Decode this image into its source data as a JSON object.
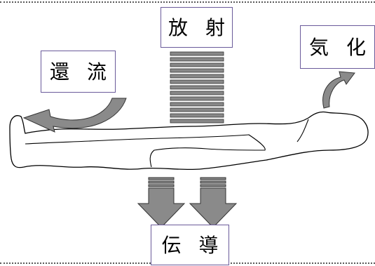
{
  "labels": {
    "radiation": "放 射",
    "evaporation": "気 化",
    "convection": "還 流",
    "conduction": "伝 導"
  },
  "colors": {
    "arrow_gray": "#8a8a8a",
    "label_border": "#6a5a9a",
    "line": "#000000"
  }
}
